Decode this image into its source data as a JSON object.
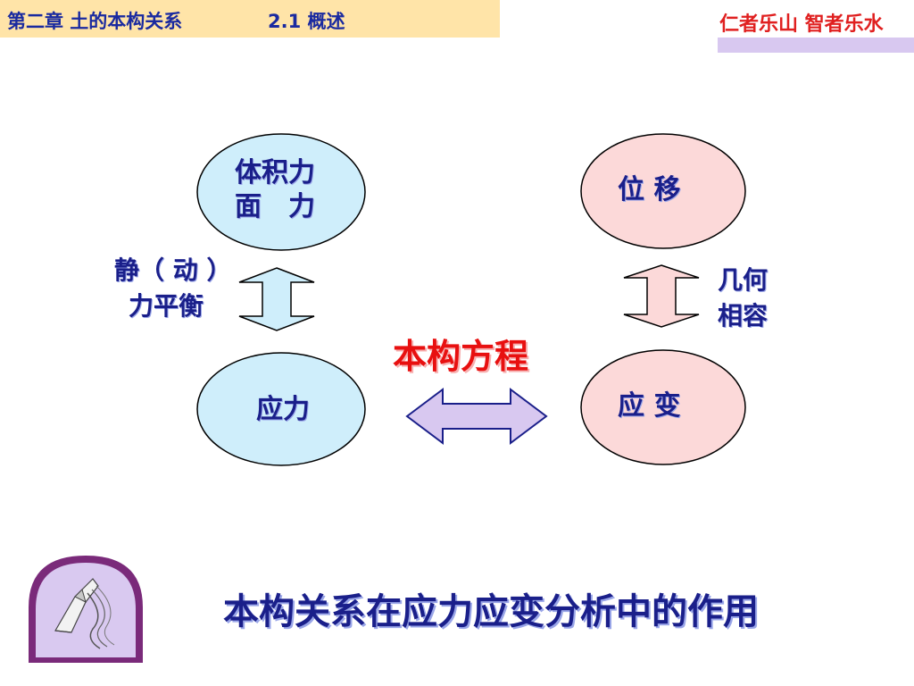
{
  "header": {
    "chapter": "第二章 土的本构关系",
    "section": "2.1  概述",
    "motto": "仁者乐山 智者乐水"
  },
  "colors": {
    "header_left_bg": "#ffe4a8",
    "header_right_bar": "#d8c8f0",
    "left_node_fill": "#cfeefb",
    "right_node_fill": "#fcd9d9",
    "left_arrow_fill": "#cfeefb",
    "right_arrow_fill": "#fcd9d9",
    "center_arrow_fill": "#d8c8f0",
    "title_blue": "#1a1f8a",
    "accent_red": "#e81010"
  },
  "nodes": {
    "body_force_line1": "体积力",
    "body_force_line2": "面　力",
    "displacement": "位 移",
    "stress": "应力",
    "strain": "应 变"
  },
  "labels": {
    "equilibrium_line1": "静（ 动 ）",
    "equilibrium_line2": "力平衡",
    "compatibility_line1": "几何",
    "compatibility_line2": "相容",
    "constitutive_equation": "本构方程"
  },
  "footer": {
    "title": "本构关系在应力应变分析中的作用",
    "emblem": "logo-emblem"
  }
}
